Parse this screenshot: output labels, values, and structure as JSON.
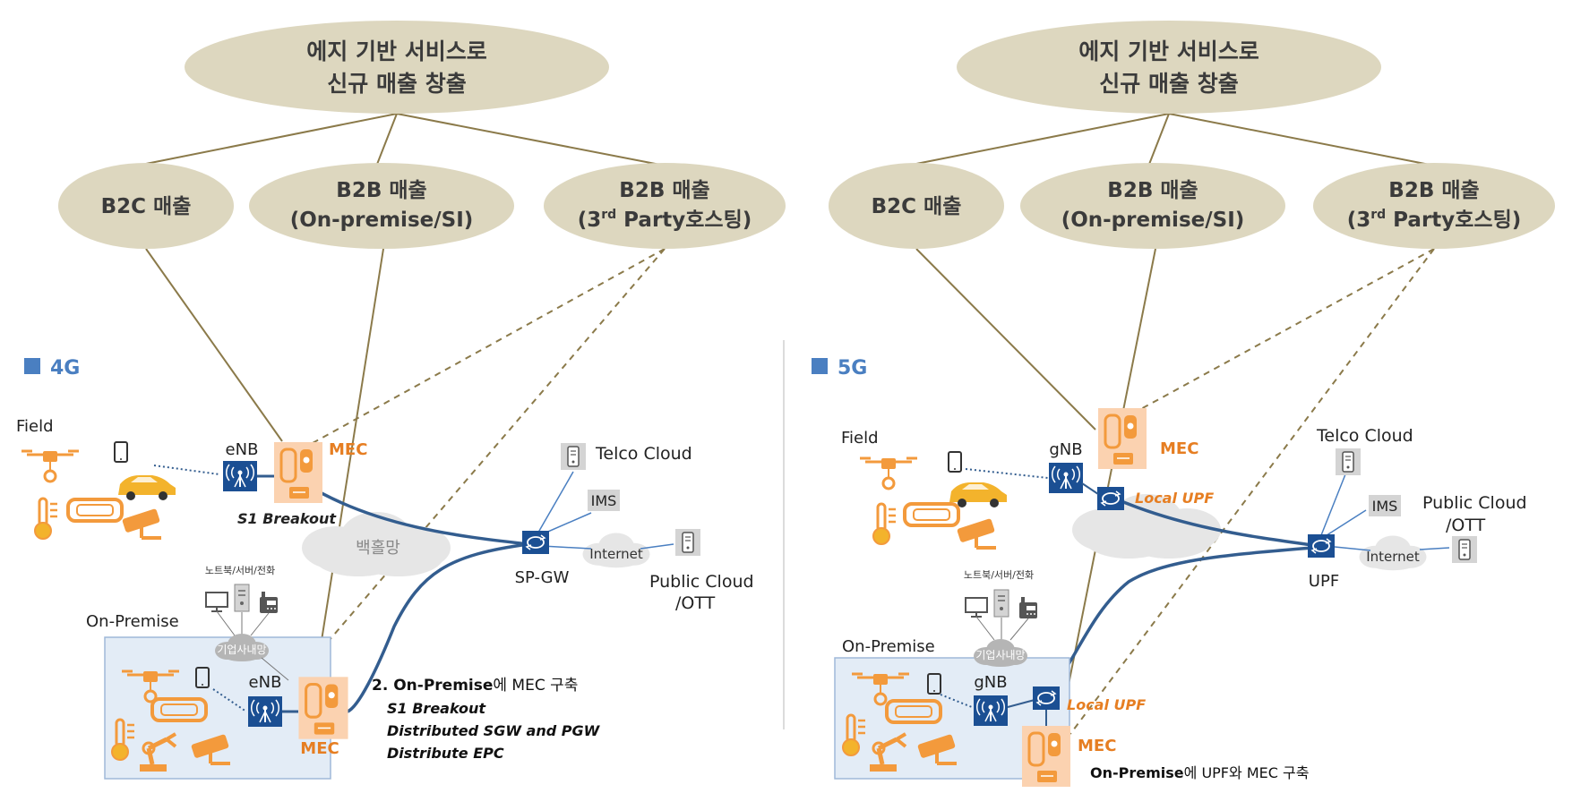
{
  "colors": {
    "ellipse": "#ddd7bf",
    "tree_line": "#8b7a4a",
    "dashed_line": "#8b7a4a",
    "network_line": "#335d8f",
    "cloud": "#e6e6e6",
    "orange": "#f39a3c",
    "mec_fill": "#fbd2b0",
    "box_blue": "#1b4f93",
    "section_square": "#4a7fc1",
    "premise_fill": "#e3ecf6",
    "premise_border": "#9fb8d8",
    "server_grey": "#d4d4d4"
  },
  "left": {
    "top_ellipse": {
      "line1": "에지 기반 서비스로",
      "line2": "신규 매출 창출"
    },
    "b2c": {
      "label": "B2C 매출"
    },
    "b2b_onprem": {
      "line1": "B2B 매출",
      "line2": "(On-premise/SI)"
    },
    "b2b_3rd": {
      "line1": "B2B 매출",
      "pre": "(3",
      "sup": "rd",
      "post": " Party호스팅)"
    },
    "section": "4G",
    "field": "Field",
    "enb": "eNB",
    "mec": "MEC",
    "s1_breakout": "S1 Breakout",
    "backhaul": "백홀망",
    "sp_gw": "SP-GW",
    "telco_cloud": "Telco Cloud",
    "ims": "IMS",
    "internet": "Internet",
    "public_cloud_1": "Public Cloud",
    "public_cloud_2": "/OTT",
    "devices_label": "노트북/서버/전화",
    "on_premise": "On-Premise",
    "intranet": "기업사내망",
    "enb_premise": "eNB",
    "mec_premise": "MEC",
    "note_title_bold": "2. On-Premise",
    "note_title_rest": "에 MEC 구축",
    "note_lines": [
      "S1 Breakout",
      "Distributed SGW and PGW",
      "Distribute EPC"
    ]
  },
  "right": {
    "top_ellipse": {
      "line1": "에지 기반 서비스로",
      "line2": "신규 매출 창출"
    },
    "b2c": {
      "label": "B2C 매출"
    },
    "b2b_onprem": {
      "line1": "B2B 매출",
      "line2": "(On-premise/SI)"
    },
    "b2b_3rd": {
      "line1": "B2B 매출",
      "pre": "(3",
      "sup": "rd",
      "post": " Party호스팅)"
    },
    "section": "5G",
    "field": "Field",
    "gnb": "gNB",
    "mec": "MEC",
    "local_upf": "Local UPF",
    "upf": "UPF",
    "telco_cloud": "Telco Cloud",
    "ims": "IMS",
    "internet": "Internet",
    "public_cloud_1": "Public Cloud",
    "public_cloud_2": "/OTT",
    "devices_label": "노트북/서버/전화",
    "on_premise": "On-Premise",
    "intranet": "기업사내망",
    "gnb_premise": "gNB",
    "local_upf_premise": "Local UPF",
    "mec_premise": "MEC",
    "note_bold": "On-Premise",
    "note_rest": "에 UPF와 MEC 구축"
  }
}
